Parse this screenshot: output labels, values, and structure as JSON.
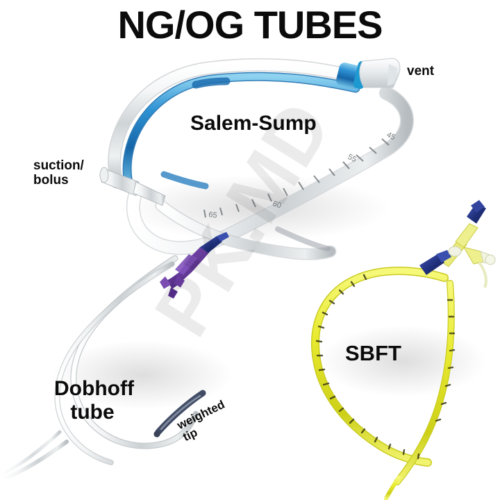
{
  "title": "NG/OG TUBES",
  "watermark": "PK.MD",
  "background_color": "#ffffff",
  "text_color": "#0b0b0b",
  "labels": {
    "vent": "vent",
    "salem_sump": "Salem-Sump",
    "suction_bolus": "suction/\nbolus",
    "dobhoff": "Dobhoff\ntube",
    "weighted_tip": "weighted\ntip",
    "sbft": "SBFT"
  },
  "devices": [
    {
      "name": "Salem-Sump",
      "label": "Salem-Sump",
      "callouts": [
        "vent",
        "suction/bolus"
      ],
      "colors": {
        "main_tube": "#d9dcdd",
        "vent_tube": "#2f86c8",
        "vent_cap": "#eef1f2",
        "vent_collar": "#1f9ad0",
        "markings": "#6f7679"
      },
      "depth_markings": [
        "45",
        "55",
        "60",
        "65"
      ]
    },
    {
      "name": "Dobhoff tube",
      "label": "Dobhoff\ntube",
      "callouts": [
        "weighted tip"
      ],
      "colors": {
        "tube": "#e3e6e8",
        "hub": "#6b3fa0",
        "hub_tip": "#2c3f92",
        "weighted_tip": "#4a556b"
      }
    },
    {
      "name": "SBFT",
      "label": "SBFT",
      "callouts": [],
      "colors": {
        "tube": "#e6e834",
        "connector": "#e8e86a",
        "caps": "#1f2f7a",
        "markings": "#3a3a14"
      }
    }
  ]
}
